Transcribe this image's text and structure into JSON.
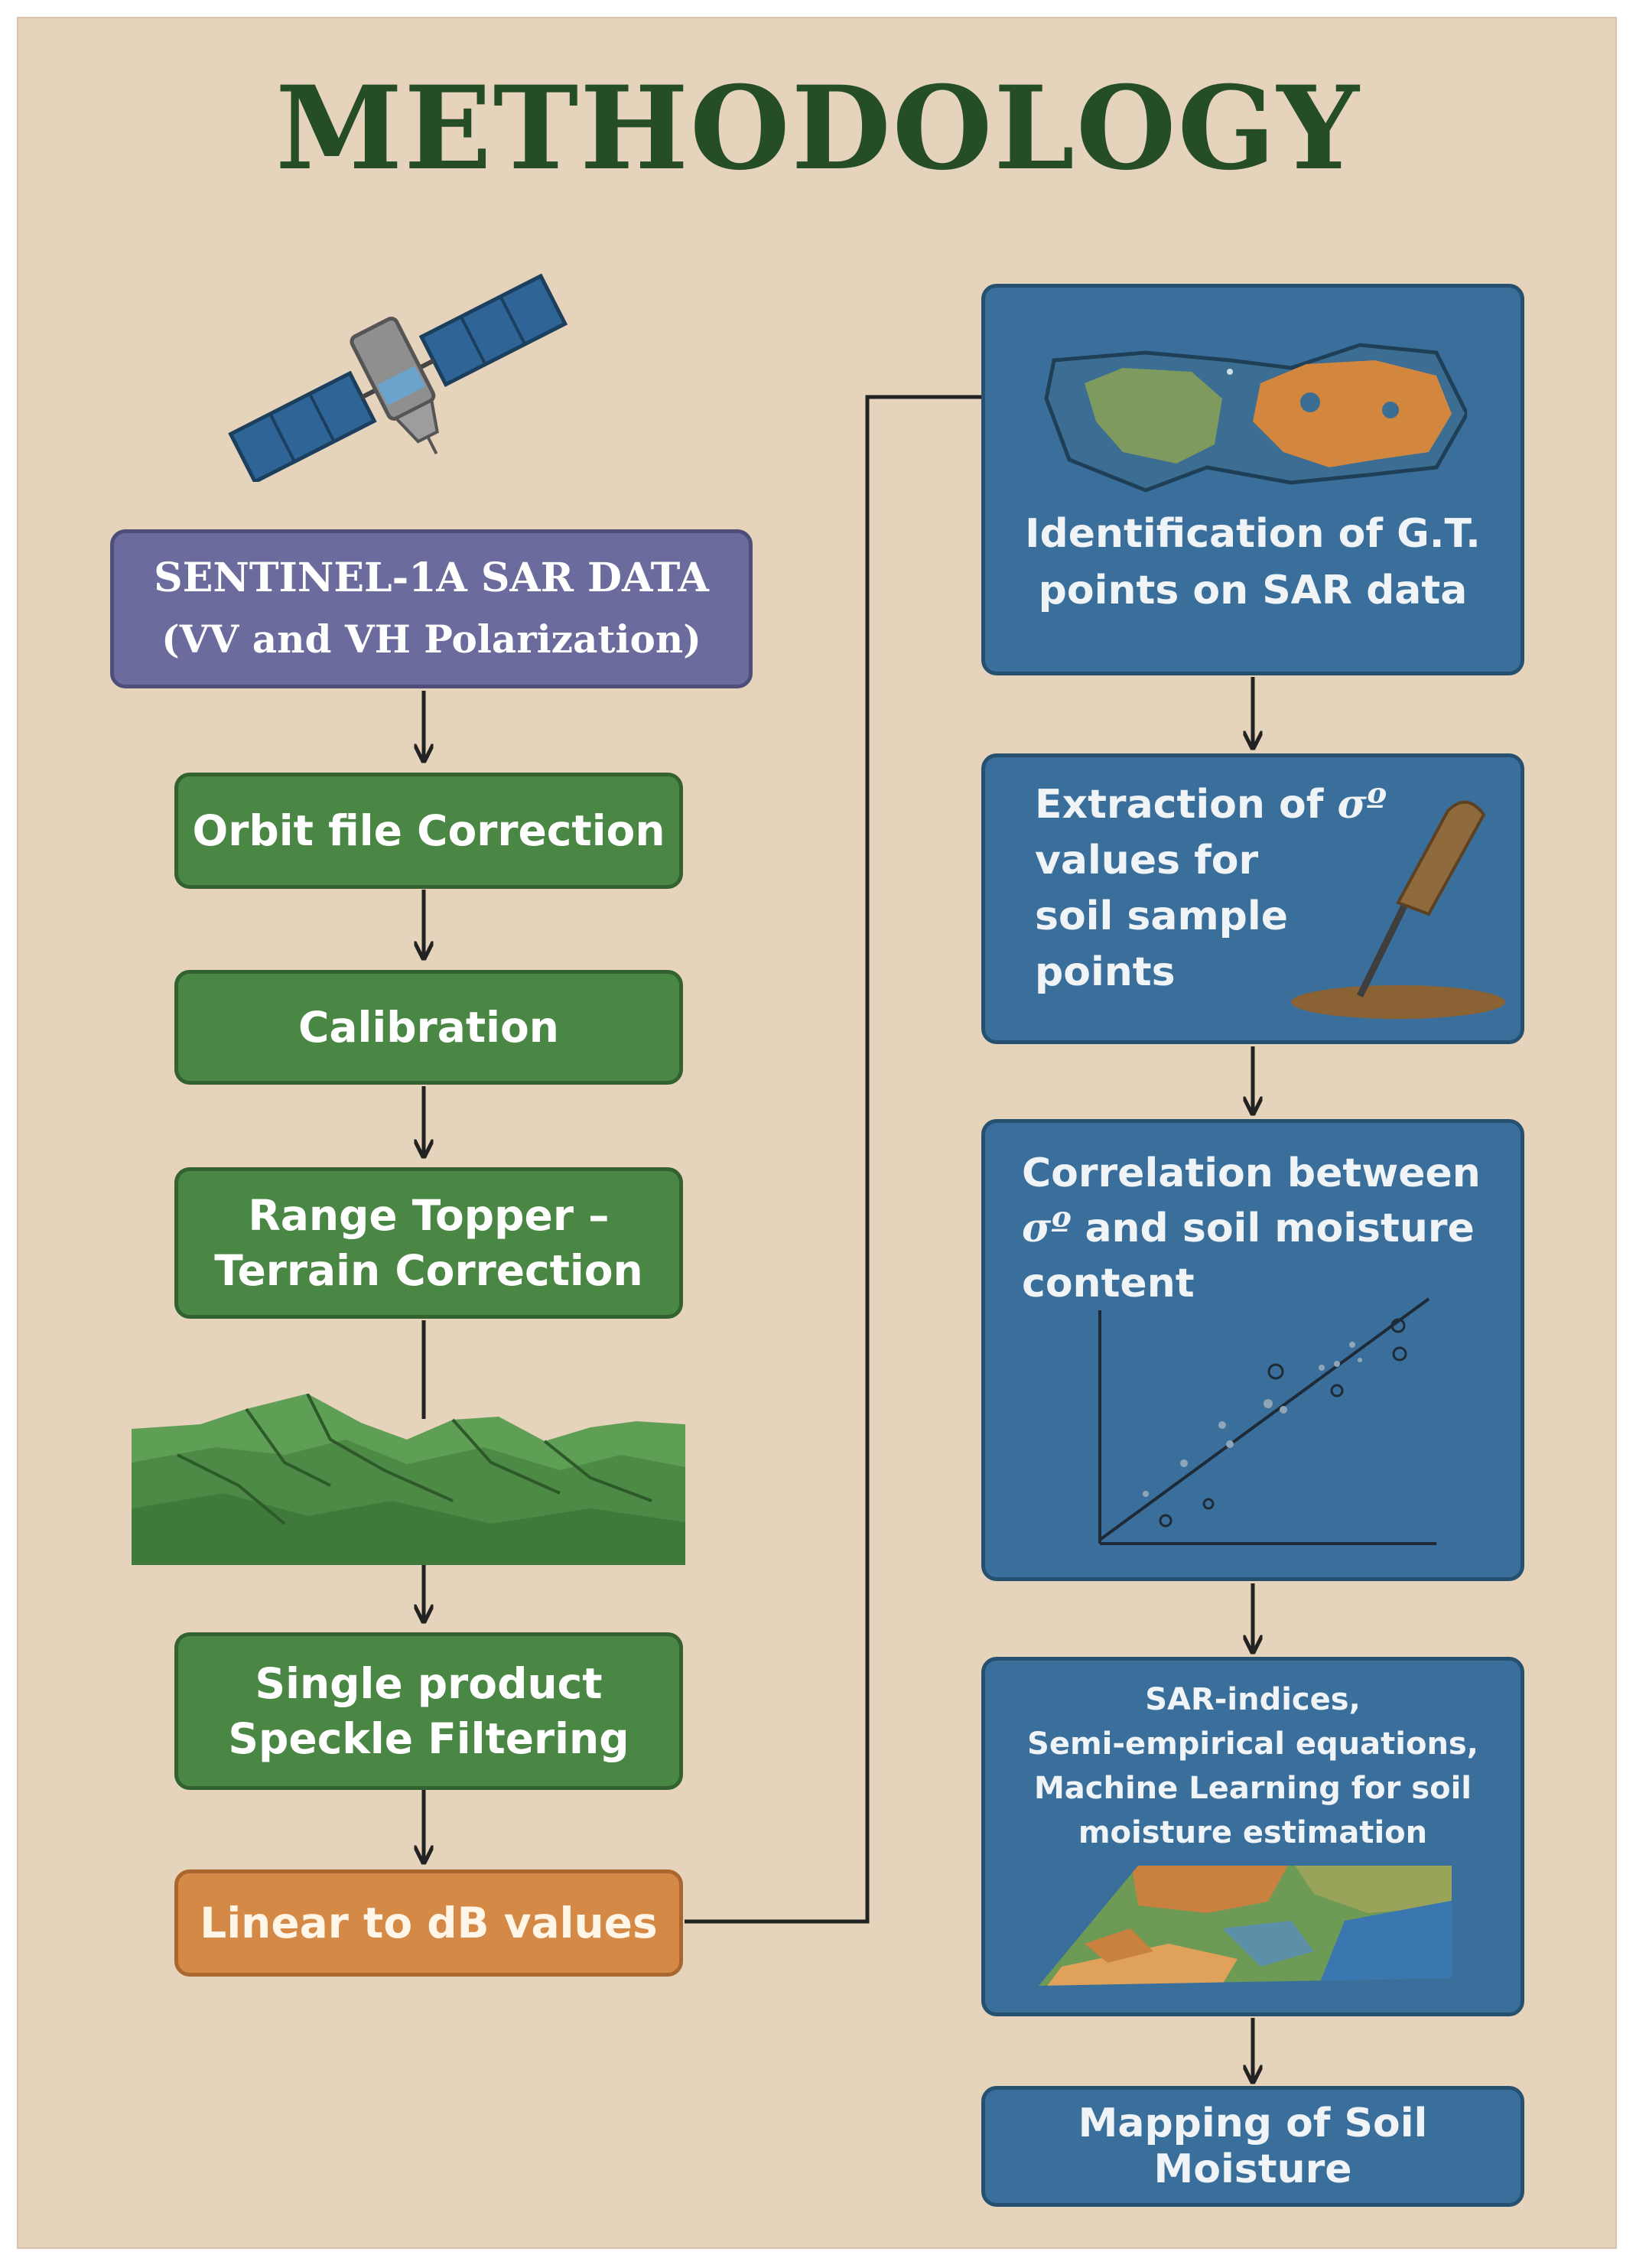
{
  "title": "METHODOLOGY",
  "left_steps": {
    "sentinel_line1": "SENTINEL-1A SAR DATA",
    "sentinel_line2": "(VV and VH Polarization)",
    "orbit": "Orbit file Correction",
    "calibration": "Calibration",
    "range_line1": "Range Topper –",
    "range_line2": "Terrain Correction",
    "speckle_line1": "Single product",
    "speckle_line2": "Speckle Filtering",
    "linear": "Linear to dB values"
  },
  "right_steps": {
    "identification_line1": "Identification of G.T.",
    "identification_line2": "points on SAR data",
    "extraction_line1_text": "Extraction of ",
    "sigma_symbol": "σº",
    "extraction_line2": "values for",
    "extraction_line3": "soil sample",
    "extraction_line4": "points",
    "correlation_line1": "Correlation between",
    "correlation_line2_text": " and soil moisture",
    "correlation_line3": "content",
    "indices_line1": "SAR-indices,",
    "indices_line2": "Semi-empirical equations,",
    "indices_line3": "Machine Learning for soil",
    "indices_line4": "moisture estimation",
    "mapping": "Mapping of Soil Moisture"
  },
  "icons": [
    "satellite-icon",
    "mountains-icon",
    "sar-map-icon",
    "soil-probe-icon",
    "scatter-plot-icon",
    "moisture-map-icon"
  ],
  "colors": {
    "background": "#e5d3bc",
    "title": "#254d26",
    "green_box": "#4a8744",
    "purple_box": "#6c6b9e",
    "orange_box": "#d48a46",
    "blue_box": "#3a6f9b"
  }
}
